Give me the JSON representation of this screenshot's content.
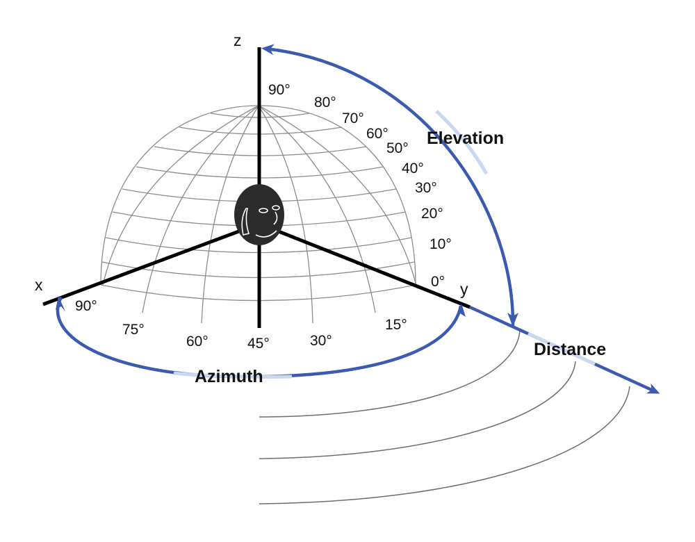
{
  "axes": {
    "x": "x",
    "y": "y",
    "z": "z"
  },
  "labels": {
    "elevation": "Elevation",
    "azimuth": "Azimuth",
    "distance": "Distance"
  },
  "elevation_ticks": [
    "90°",
    "80°",
    "70°",
    "60°",
    "50°",
    "40°",
    "30°",
    "20°",
    "10°",
    "0°"
  ],
  "azimuth_ticks": [
    "90°",
    "75°",
    "60°",
    "45°",
    "30°",
    "15°"
  ],
  "colors": {
    "arrow": "#3a5bb0",
    "arrow_fade": "#c9d7ef",
    "axis": "#000000",
    "grid": "#8c8c8c",
    "head": "#2b2b2b"
  },
  "head_icon": "head-icon"
}
